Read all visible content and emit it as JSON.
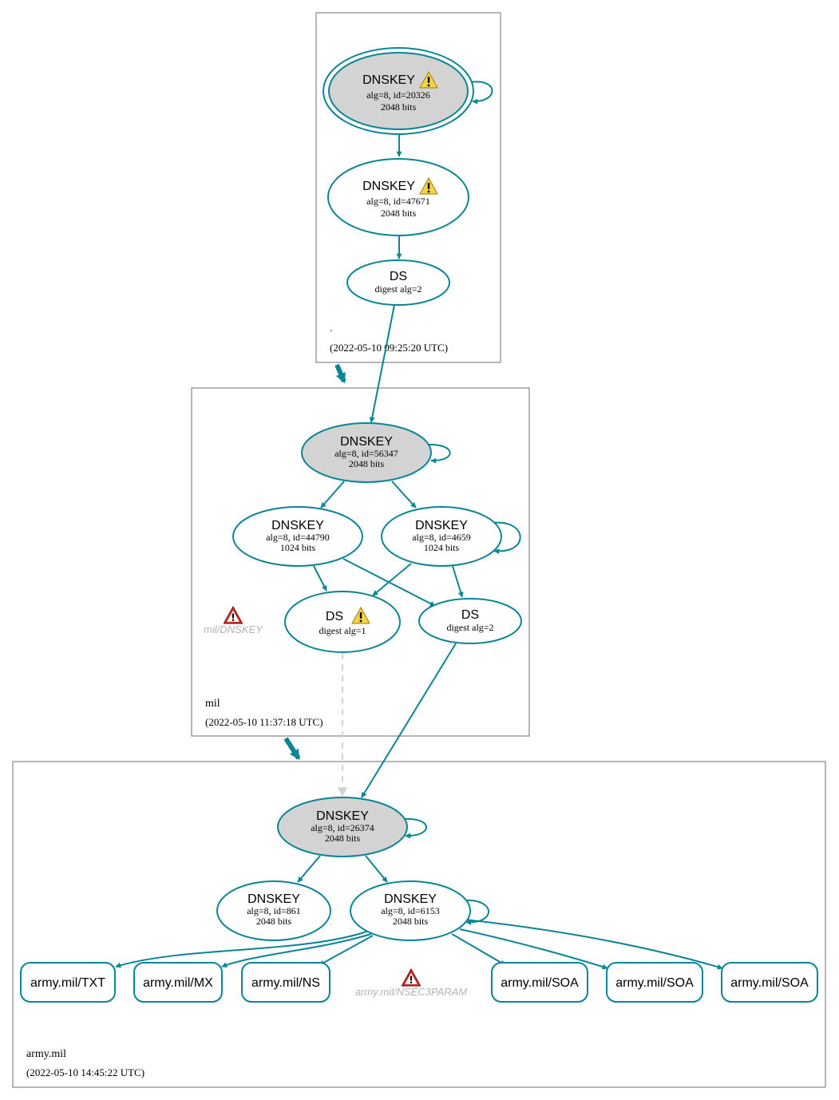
{
  "colors": {
    "edge": "#0a8595",
    "zone_border": "#6e6e6e",
    "node_fill_sep": "#d3d3d3",
    "faded": "#b4b4b4",
    "warn_yellow": "#f2d34a",
    "error_red": "#c9302c"
  },
  "zones": [
    {
      "id": "root",
      "name": ".",
      "timestamp": "(2022-05-10 09:25:20 UTC)",
      "nodes": [
        {
          "id": "root_ksk",
          "title": "DNSKEY",
          "line1": "alg=8, id=20326",
          "line2": "2048 bits",
          "sep": true,
          "trust_anchor": true,
          "warning": true,
          "self_sign": true
        },
        {
          "id": "root_zsk",
          "title": "DNSKEY",
          "line1": "alg=8, id=47671",
          "line2": "2048 bits",
          "warning": true
        },
        {
          "id": "root_ds",
          "title": "DS",
          "line1": "digest alg=2"
        }
      ]
    },
    {
      "id": "mil",
      "name": "mil",
      "timestamp": "(2022-05-10 11:37:18 UTC)",
      "error_label": "mil/DNSKEY",
      "nodes": [
        {
          "id": "mil_ksk",
          "title": "DNSKEY",
          "line1": "alg=8, id=56347",
          "line2": "2048 bits",
          "sep": true,
          "self_sign": true
        },
        {
          "id": "mil_zsk1",
          "title": "DNSKEY",
          "line1": "alg=8, id=44790",
          "line2": "1024 bits"
        },
        {
          "id": "mil_zsk2",
          "title": "DNSKEY",
          "line1": "alg=8, id=4659",
          "line2": "1024 bits",
          "self_sign": true
        },
        {
          "id": "mil_ds1",
          "title": "DS",
          "line1": "digest alg=1",
          "warning": true
        },
        {
          "id": "mil_ds2",
          "title": "DS",
          "line1": "digest alg=2"
        }
      ]
    },
    {
      "id": "army",
      "name": "army.mil",
      "timestamp": "(2022-05-10 14:45:22 UTC)",
      "error_label": "army.mil/NSEC3PARAM",
      "nodes": [
        {
          "id": "army_ksk",
          "title": "DNSKEY",
          "line1": "alg=8, id=26374",
          "line2": "2048 bits",
          "sep": true,
          "self_sign": true
        },
        {
          "id": "army_zsk1",
          "title": "DNSKEY",
          "line1": "alg=8, id=861",
          "line2": "2048 bits"
        },
        {
          "id": "army_zsk2",
          "title": "DNSKEY",
          "line1": "alg=8, id=6153",
          "line2": "2048 bits",
          "self_sign": true
        }
      ],
      "rrsets": [
        {
          "id": "rr_txt",
          "label": "army.mil/TXT"
        },
        {
          "id": "rr_mx",
          "label": "army.mil/MX"
        },
        {
          "id": "rr_ns",
          "label": "army.mil/NS"
        },
        {
          "id": "rr_soa1",
          "label": "army.mil/SOA"
        },
        {
          "id": "rr_soa2",
          "label": "army.mil/SOA"
        },
        {
          "id": "rr_soa3",
          "label": "army.mil/SOA"
        }
      ]
    }
  ],
  "edges": [
    {
      "from": "root_ksk",
      "to": "root_zsk",
      "style": "solid"
    },
    {
      "from": "root_zsk",
      "to": "root_ds",
      "style": "solid"
    },
    {
      "from": "root_ds",
      "to": "mil_ksk",
      "style": "solid"
    },
    {
      "from": "mil_ksk",
      "to": "mil_zsk1",
      "style": "solid"
    },
    {
      "from": "mil_ksk",
      "to": "mil_zsk2",
      "style": "solid"
    },
    {
      "from": "mil_zsk1",
      "to": "mil_ds1",
      "style": "solid"
    },
    {
      "from": "mil_zsk1",
      "to": "mil_ds2",
      "style": "solid"
    },
    {
      "from": "mil_zsk2",
      "to": "mil_ds1",
      "style": "solid"
    },
    {
      "from": "mil_zsk2",
      "to": "mil_ds2",
      "style": "solid"
    },
    {
      "from": "mil_ds1",
      "to": "army_ksk",
      "style": "dashed"
    },
    {
      "from": "mil_ds2",
      "to": "army_ksk",
      "style": "solid"
    },
    {
      "from": "army_ksk",
      "to": "army_zsk1",
      "style": "solid"
    },
    {
      "from": "army_ksk",
      "to": "army_zsk2",
      "style": "solid"
    },
    {
      "from": "army_zsk2",
      "to": "rr_txt",
      "style": "solid"
    },
    {
      "from": "army_zsk2",
      "to": "rr_mx",
      "style": "solid"
    },
    {
      "from": "army_zsk2",
      "to": "rr_ns",
      "style": "solid"
    },
    {
      "from": "army_zsk2",
      "to": "rr_soa1",
      "style": "solid"
    },
    {
      "from": "army_zsk2",
      "to": "rr_soa2",
      "style": "solid"
    },
    {
      "from": "army_zsk2",
      "to": "rr_soa3",
      "style": "solid"
    }
  ],
  "delegations": [
    {
      "from": "root",
      "to": "mil"
    },
    {
      "from": "mil",
      "to": "army"
    }
  ]
}
